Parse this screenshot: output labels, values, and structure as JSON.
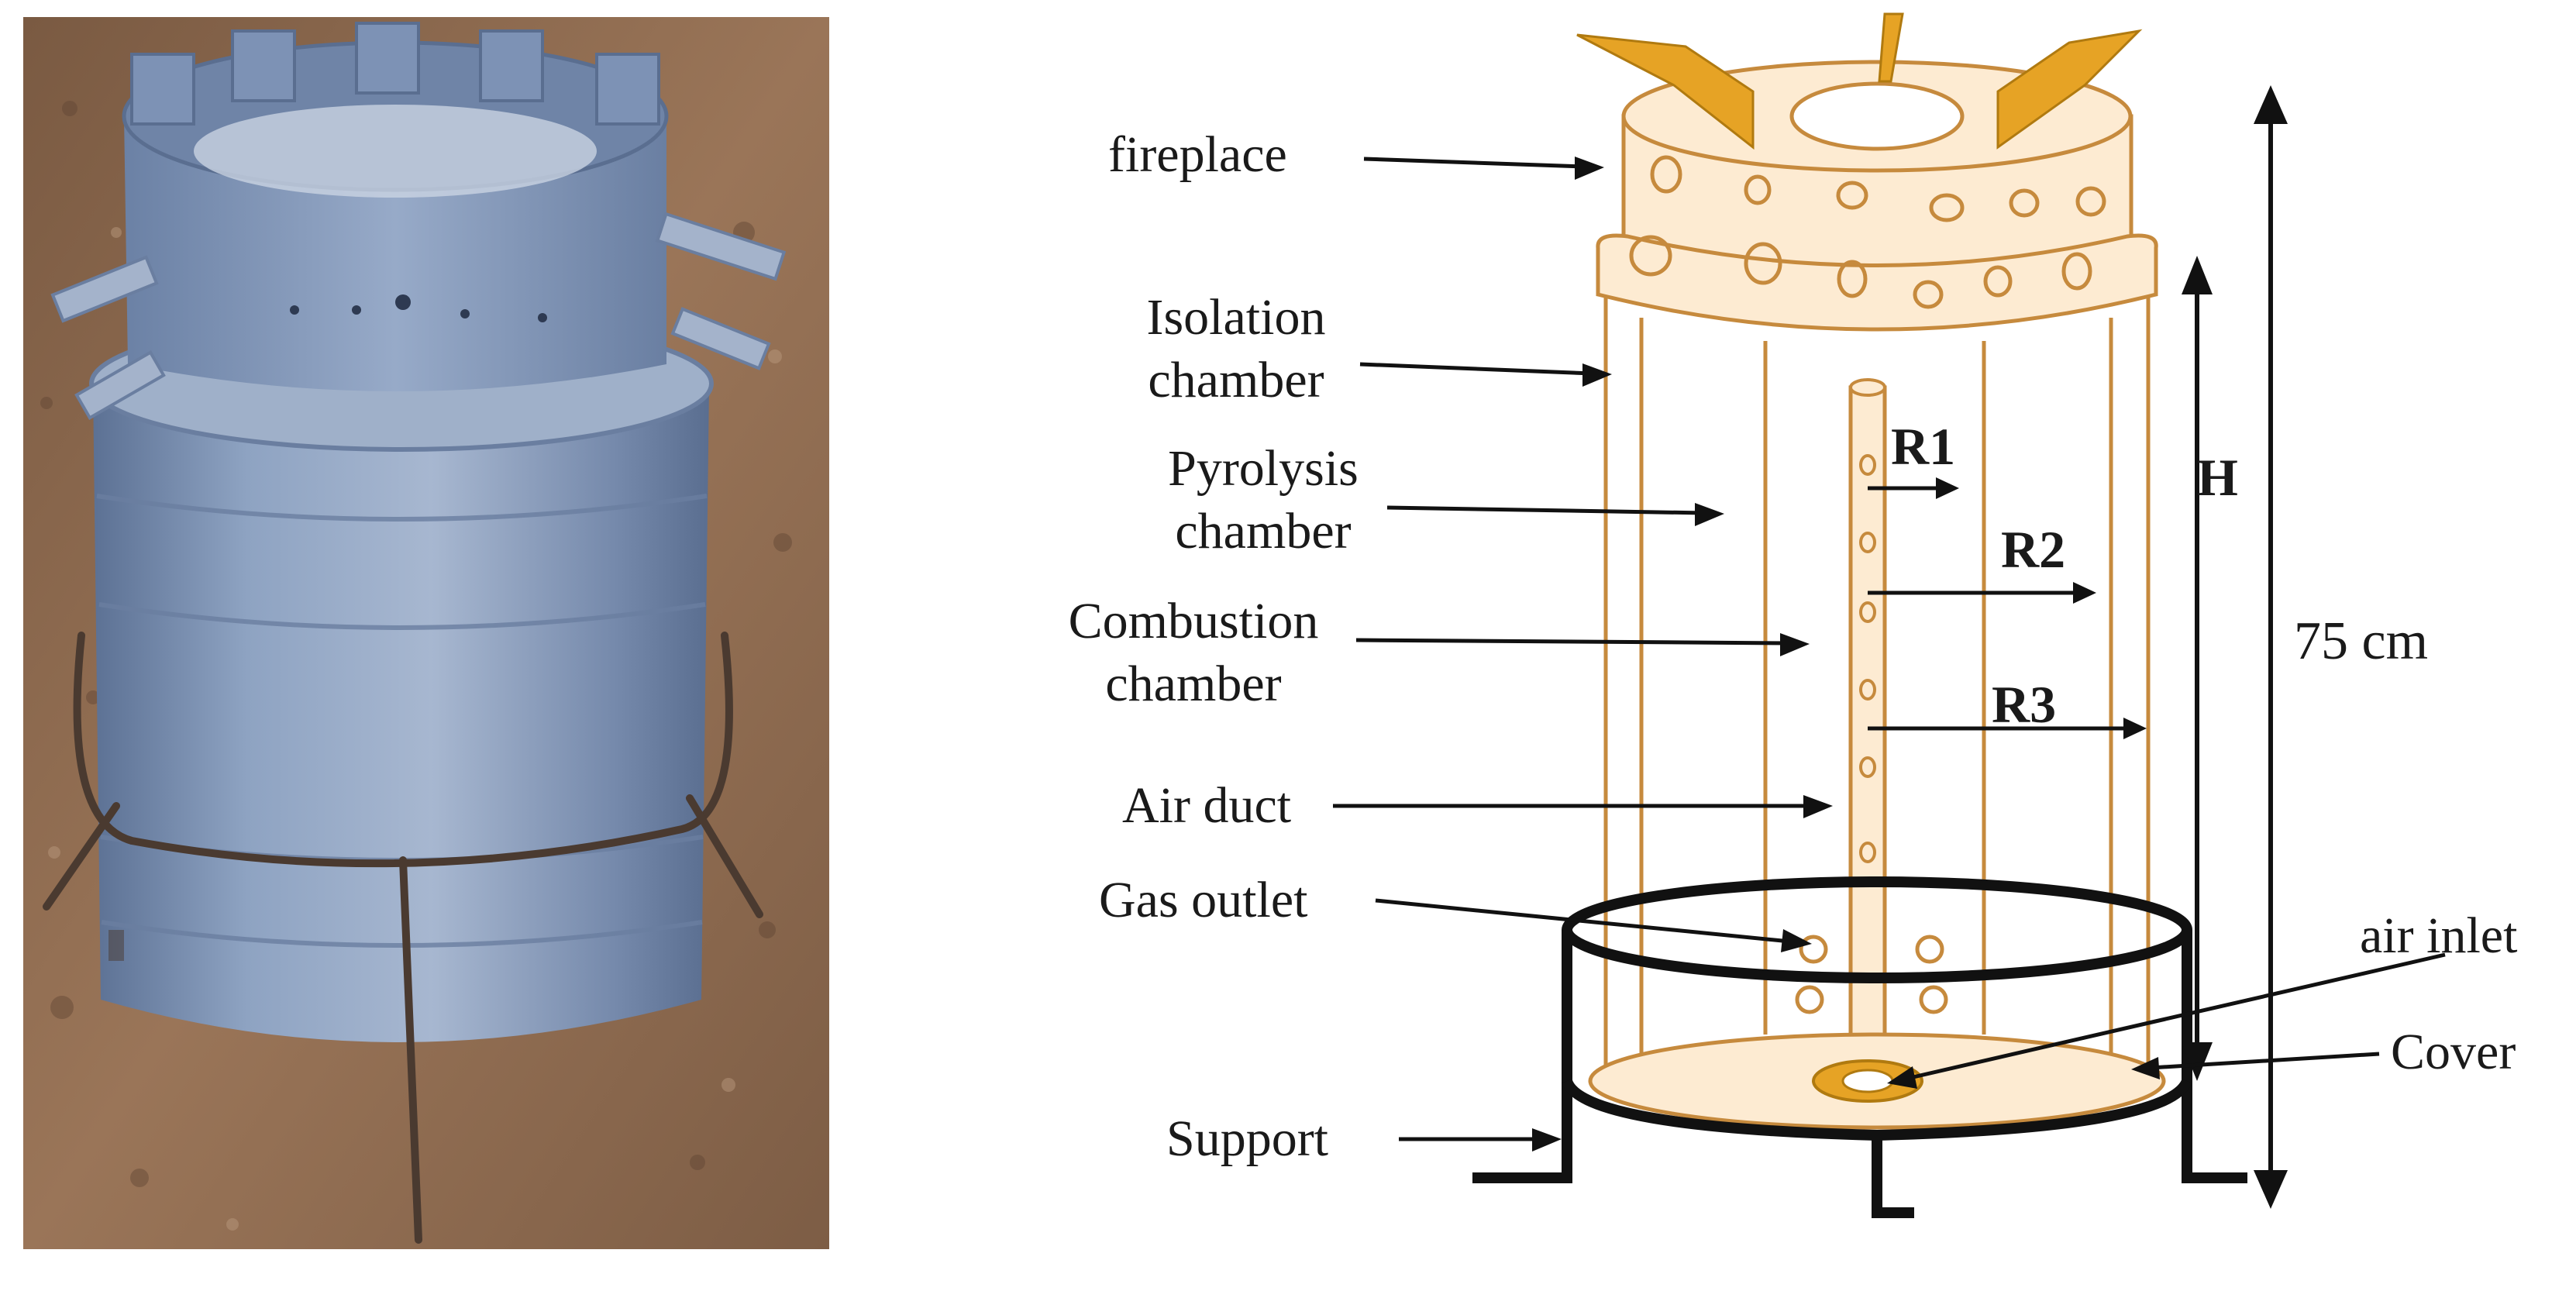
{
  "photo": {
    "subject": "blue metal gasifier stove on wire stand"
  },
  "labels": {
    "fireplace": "fireplace",
    "isolation": [
      "Isolation",
      "chamber"
    ],
    "pyrolysis": [
      "Pyrolysis",
      "chamber"
    ],
    "combustion": [
      "Combustion",
      "chamber"
    ],
    "air_duct": "Air duct",
    "gas_outlet": "Gas outlet",
    "support": "Support",
    "air_inlet": "air inlet",
    "cover": "Cover",
    "r1": "R1",
    "r2": "R2",
    "r3": "R3",
    "h": "H",
    "height": "75 cm"
  },
  "colors": {
    "body_fill": "#fdebd2",
    "outline": "#c68a3d",
    "pot_support": "#e6a325",
    "stand": "#111111",
    "stove_blue": "#7f95b5",
    "soil": "#8b6447"
  }
}
